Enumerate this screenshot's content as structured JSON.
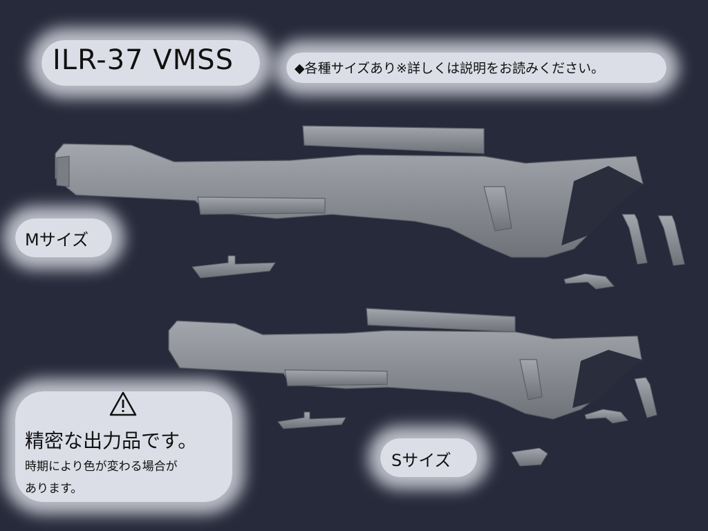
{
  "title": "ILR-37 VMSS",
  "note": "◆各種サイズあり※詳しくは説明をお読みください。",
  "size_labels": {
    "m": "Mサイズ",
    "s": "Sサイズ"
  },
  "warning": {
    "icon": "warning-triangle-icon",
    "main": "精密な出力品です。",
    "sub_line1": "時期により色が変わる場合が",
    "sub_line2": "あります。"
  },
  "colors": {
    "background": "#262a3a",
    "model": "#8b8e95",
    "glow": "#eceef6"
  }
}
